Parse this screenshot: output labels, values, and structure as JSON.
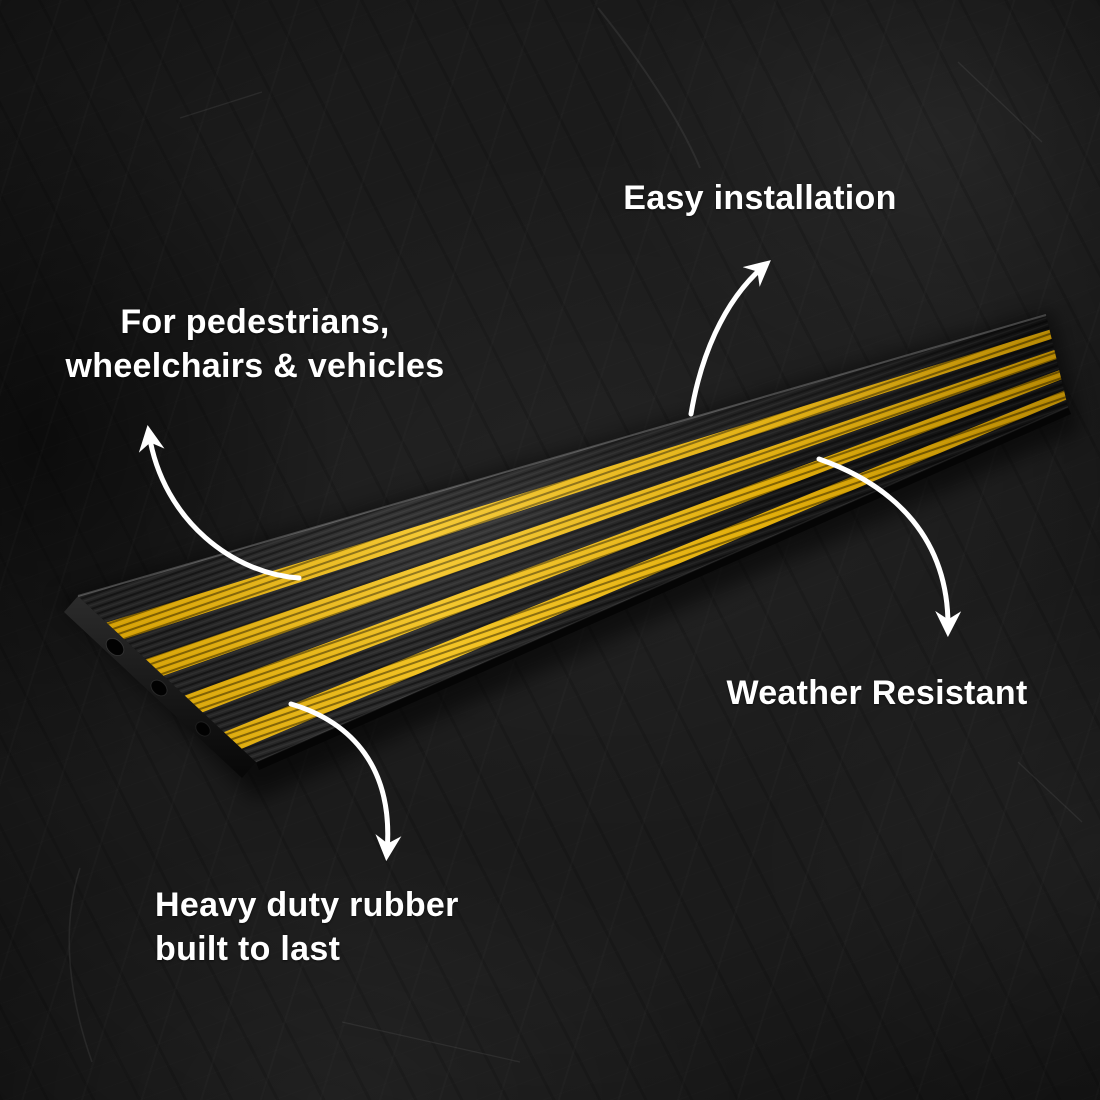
{
  "page": {
    "background_color": "#1b1b1b",
    "text_color": "#ffffff",
    "arrow_color": "#ffffff"
  },
  "product": {
    "name": "rubber curb ramp",
    "body_color": "#181818",
    "stripe_color": "#e9b40e",
    "stripe_count": 4
  },
  "callouts": {
    "easy_installation": {
      "label": "Easy installation"
    },
    "pedestrians": {
      "line1": "For pedestrians,",
      "line2": "wheelchairs & vehicles"
    },
    "weather_resistant": {
      "label": "Weather Resistant"
    },
    "heavy_duty": {
      "line1": "Heavy duty rubber",
      "line2": "built to last"
    }
  }
}
